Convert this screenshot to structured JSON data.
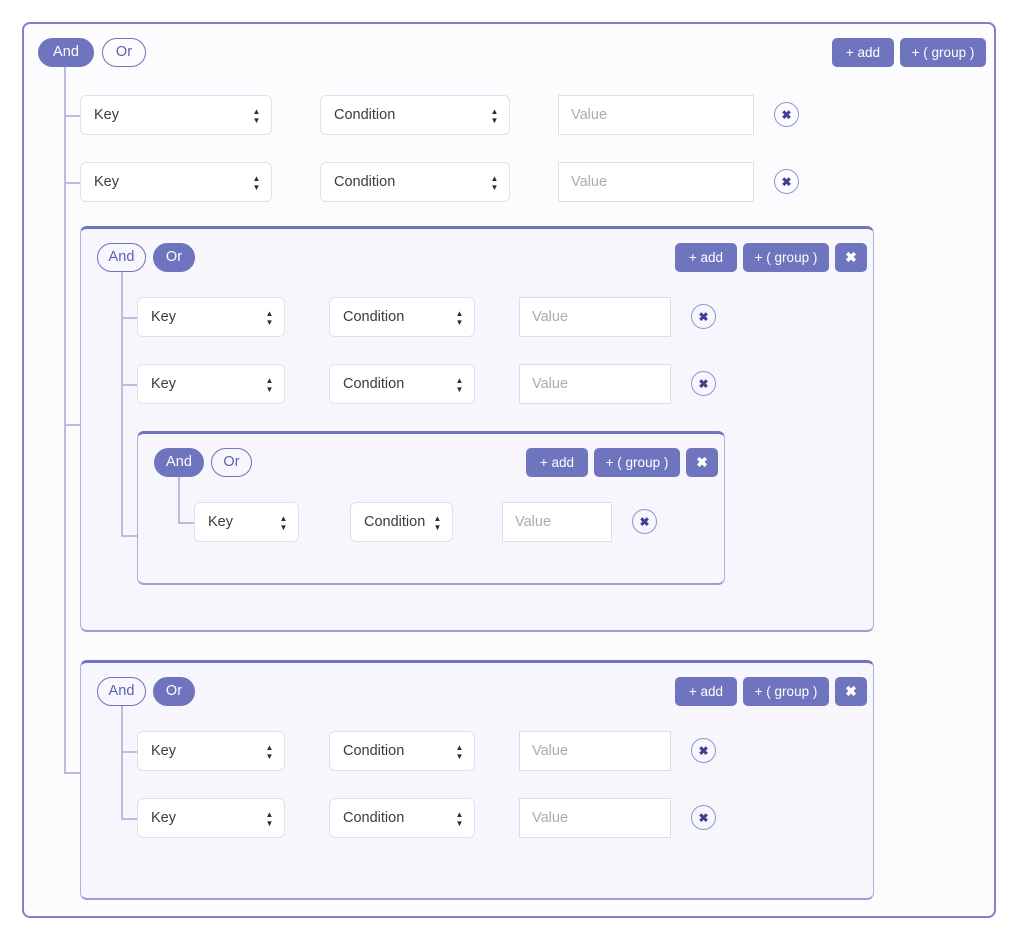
{
  "labels": {
    "and": "And",
    "or": "Or",
    "add": "+ add",
    "add_group": "+ ( group )",
    "remove": "✖",
    "key_placeholder": "Key",
    "condition_placeholder": "Condition",
    "value_placeholder": "Value"
  },
  "colors": {
    "accent": "#6e74bd",
    "accent_soft": "#b9bde3",
    "group_bg": "#f6f6fc",
    "frame_bg": "#fcfcfe",
    "frame_border": "#7d83c4",
    "field_border": "#dfe1ea",
    "placeholder": "#a9acb6"
  },
  "root_group": {
    "operator": "And",
    "toolbar": {
      "add": "+ add",
      "add_group": "+ ( group )"
    },
    "rules": [
      {
        "key": "Key",
        "condition": "Condition",
        "value": "",
        "value_placeholder": "Value"
      },
      {
        "key": "Key",
        "condition": "Condition",
        "value": "",
        "value_placeholder": "Value"
      }
    ]
  },
  "group_2": {
    "operator": "Or",
    "toolbar": {
      "add": "+ add",
      "add_group": "+ ( group )",
      "remove": "✖"
    },
    "rules": [
      {
        "key": "Key",
        "condition": "Condition",
        "value": "",
        "value_placeholder": "Value"
      },
      {
        "key": "Key",
        "condition": "Condition",
        "value": "",
        "value_placeholder": "Value"
      }
    ]
  },
  "group_3": {
    "operator": "And",
    "toolbar": {
      "add": "+ add",
      "add_group": "+ ( group )",
      "remove": "✖"
    },
    "rules": [
      {
        "key": "Key",
        "condition": "Condition",
        "value": "",
        "value_placeholder": "Value"
      }
    ]
  },
  "group_4": {
    "operator": "Or",
    "toolbar": {
      "add": "+ add",
      "add_group": "+ ( group )",
      "remove": "✖"
    },
    "rules": [
      {
        "key": "Key",
        "condition": "Condition",
        "value": "",
        "value_placeholder": "Value"
      },
      {
        "key": "Key",
        "condition": "Condition",
        "value": "",
        "value_placeholder": "Value"
      }
    ]
  }
}
